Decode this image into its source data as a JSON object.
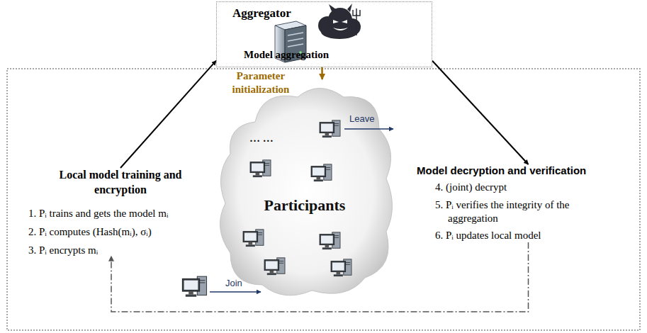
{
  "diagram": {
    "nodes": [
      {
        "text": [
          "Aggregator",
          "Model aggregation"
        ]
      },
      {
        "text": [
          "Local model training and encryption",
          "1. Pᵢ trains and gets the model mᵢ",
          "2. Pᵢ computes (Hash(mᵢ), σᵢ)",
          "3. Pᵢ encrypts mᵢ"
        ]
      },
      {
        "text": [
          "Participants"
        ]
      },
      {
        "text": [
          "Model decryption and verification",
          "4. (joint) decrypt",
          "5. Pᵢ verifies the integrity of the aggregation",
          "6. Pᵢ updates local model"
        ]
      }
    ],
    "edges": [
      {
        "from": 1,
        "to": 0,
        "arrow": "to"
      },
      {
        "from": 0,
        "to": 3,
        "arrow": "to"
      },
      {
        "from": 0,
        "to": 2,
        "arrow": "to",
        "label": "Parameter initialization"
      },
      {
        "from": 3,
        "to": 1,
        "arrow": "to"
      }
    ],
    "labels": [
      "… …",
      "Leave",
      "Join"
    ]
  }
}
